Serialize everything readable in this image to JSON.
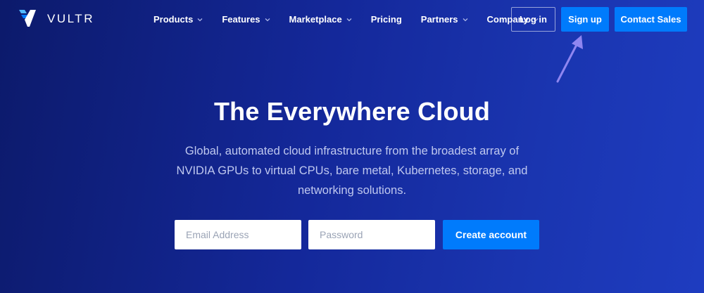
{
  "brand": {
    "name": "VULTR",
    "logo_icon": "vultr-logo-icon"
  },
  "nav": {
    "items": [
      {
        "label": "Products",
        "has_dropdown": true
      },
      {
        "label": "Features",
        "has_dropdown": true
      },
      {
        "label": "Marketplace",
        "has_dropdown": true
      },
      {
        "label": "Pricing",
        "has_dropdown": false
      },
      {
        "label": "Partners",
        "has_dropdown": true
      },
      {
        "label": "Company",
        "has_dropdown": true
      }
    ],
    "login_label": "Log in",
    "signup_label": "Sign up",
    "contact_label": "Contact Sales"
  },
  "hero": {
    "title": "The Everywhere Cloud",
    "subtitle": "Global, automated cloud infrastructure from the broadest array of NVIDIA GPUs to virtual CPUs, bare metal, Kubernetes, storage, and networking solutions."
  },
  "signup_form": {
    "email_placeholder": "Email Address",
    "password_placeholder": "Password",
    "submit_label": "Create account"
  },
  "colors": {
    "background_dark": "#0c1a6b",
    "background_light": "#1e3cc0",
    "accent": "#007bfc",
    "annotation_arrow": "#8f86f0"
  }
}
